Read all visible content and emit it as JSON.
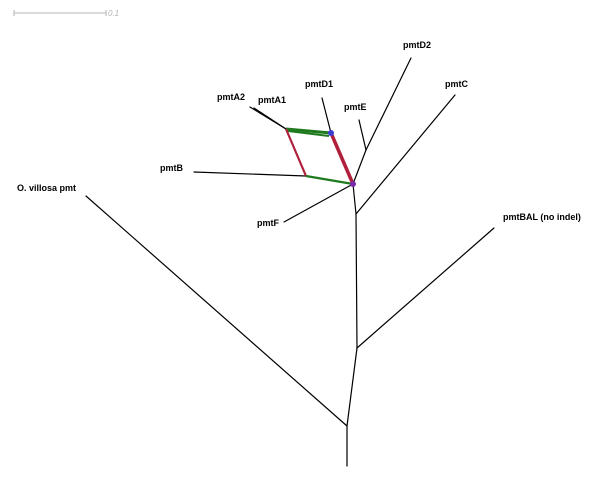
{
  "scale_bar": {
    "label": "0.1"
  },
  "taxa": {
    "pmtA2": "pmtA2",
    "pmtA1": "pmtA1",
    "pmtD1": "pmtD1",
    "pmtD2": "pmtD2",
    "pmtE": "pmtE",
    "pmtC": "pmtC",
    "pmtB": "pmtB",
    "pmtF": "pmtF",
    "o_villosa": "O. villosa pmt",
    "pmtBAL": "pmtBAL (no indel)"
  },
  "colors": {
    "branch": "#000000",
    "reticulation_green": "#1f7a1f",
    "reticulation_red": "#b0203a",
    "node_blue": "#3b3bd6",
    "node_purple": "#7a2aa8",
    "scale_bar": "#b4b4b4"
  }
}
